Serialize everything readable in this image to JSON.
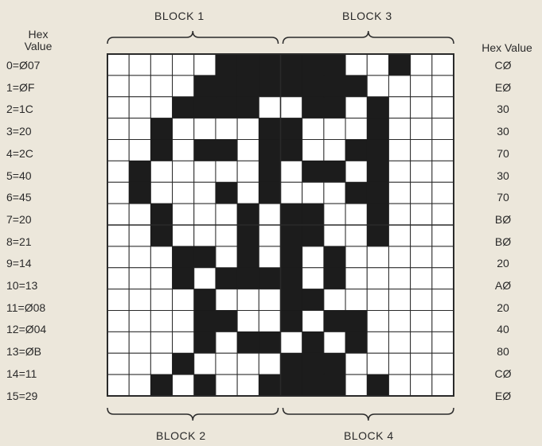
{
  "header_left": [
    "Hex",
    "Value"
  ],
  "header_right": "Hex Value",
  "blocks": {
    "top_left": "BLOCK 1",
    "top_right": "BLOCK 3",
    "bottom_left": "BLOCK 2",
    "bottom_right": "BLOCK 4"
  },
  "left_values": [
    "0=Ø07",
    "1=ØF",
    "2=1C",
    "3=20",
    "4=2C",
    "5=40",
    "6=45",
    "7=20",
    "8=21",
    "9=14",
    "10=13",
    "11=Ø08",
    "12=Ø04",
    "13=ØB",
    "14=11",
    "15=29"
  ],
  "right_values": [
    "CØ",
    "EØ",
    "30",
    "30",
    "70",
    "30",
    "70",
    "BØ",
    "BØ",
    "20",
    "AØ",
    "20",
    "40",
    "80",
    "CØ",
    "EØ"
  ],
  "colors": {
    "filled": "#1c1c1c",
    "empty": "#ffffff",
    "background": "#ece7db",
    "line": "#2a2a2a"
  },
  "grid_bits": [
    "0000011111100100",
    "0000111111110000",
    "0001111001101000",
    "0010000110001000",
    "0010110110011000",
    "0100000101101000",
    "0100010100011000",
    "0010001011001000",
    "0010001011001000",
    "0001101010100000",
    "0001011110100000",
    "0000100011000000",
    "0000110010110000",
    "0000101101010000",
    "0001000011100000",
    "0010100111101000"
  ]
}
